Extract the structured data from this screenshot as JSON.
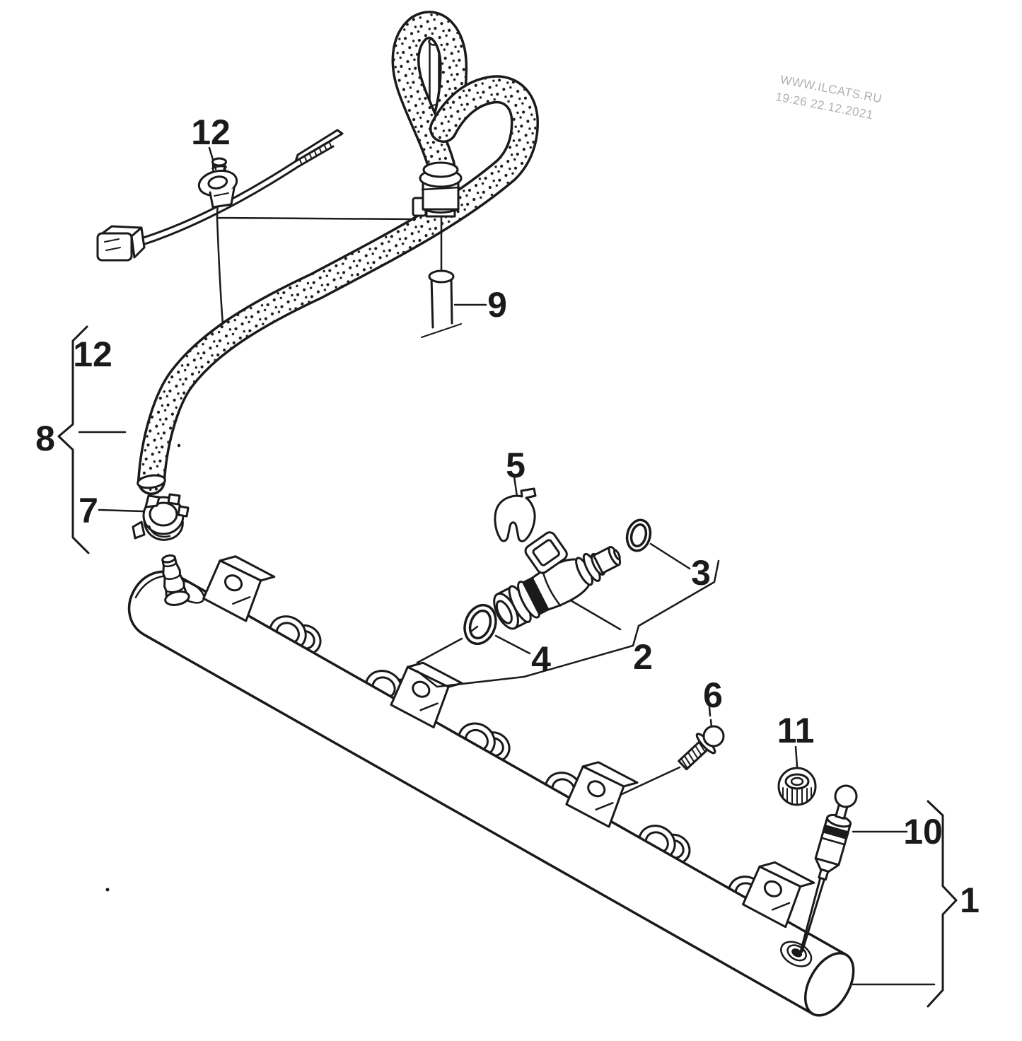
{
  "watermark": {
    "line1": "WWW.ILCATS.RU",
    "line2": "19:26 22.12.2021"
  },
  "callouts": {
    "fuel_rail": "1",
    "injector": "2",
    "oring_upper": "3",
    "oring_lower": "4",
    "retaining_clip": "5",
    "bolt": "6",
    "hose_clamp": "7",
    "hose": "8",
    "pipe": "9",
    "pressure_valve": "10",
    "cap": "11",
    "cable_tie": "12",
    "cable_tie_bracket": "12"
  },
  "colors": {
    "line": "#1a1a1a",
    "background": "#ffffff",
    "watermark": "#b0b0b0"
  }
}
